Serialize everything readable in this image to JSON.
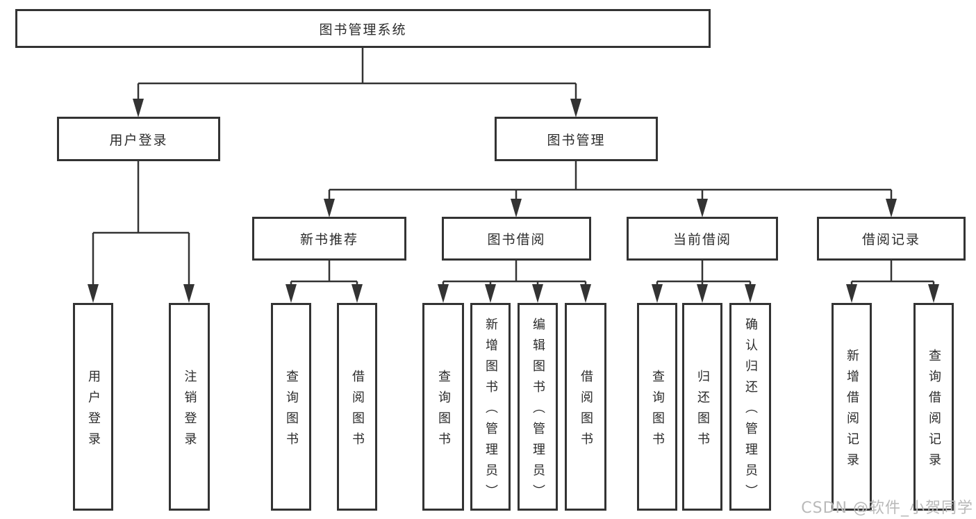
{
  "diagram": {
    "root": {
      "label": "图书管理系统"
    },
    "level2": [
      {
        "label": "用户登录"
      },
      {
        "label": "图书管理"
      }
    ],
    "level3": [
      {
        "label": "新书推荐"
      },
      {
        "label": "图书借阅"
      },
      {
        "label": "当前借阅"
      },
      {
        "label": "借阅记录"
      }
    ],
    "leaves": [
      {
        "label": "用户登录"
      },
      {
        "label": "注销登录"
      },
      {
        "label": "查询图书"
      },
      {
        "label": "借阅图书"
      },
      {
        "label": "查询图书"
      },
      {
        "label": "新增图书（管理员）"
      },
      {
        "label": "编辑图书（管理员）"
      },
      {
        "label": "借阅图书"
      },
      {
        "label": "查询图书"
      },
      {
        "label": "归还图书"
      },
      {
        "label": "确认归还（管理员）"
      },
      {
        "label": "新增借阅记录"
      },
      {
        "label": "查询借阅记录"
      }
    ]
  },
  "watermark": {
    "text": "CSDN @软件_小贺同学"
  },
  "colors": {
    "line": "#333333",
    "border": "#333333",
    "text": "#2b2b2b",
    "watermark": "#b9b9b9",
    "background": "#ffffff"
  }
}
